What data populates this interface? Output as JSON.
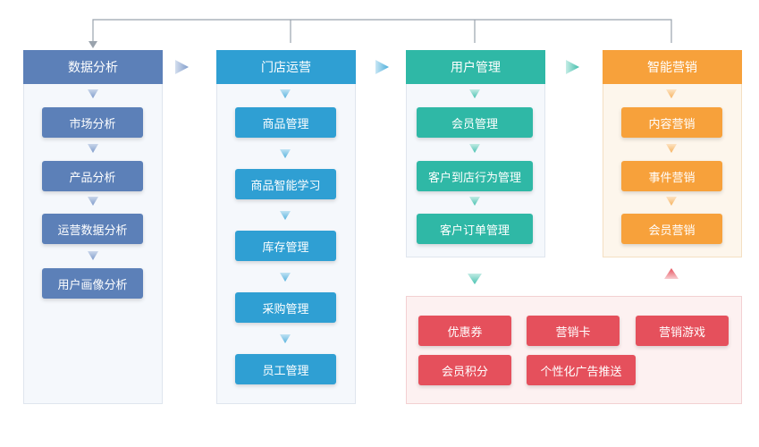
{
  "colors": {
    "blue": "#5c80b8",
    "cyan": "#2f9fd3",
    "teal": "#2fb8a6",
    "orange": "#f7a13b",
    "red": "#e5505c"
  },
  "columns": [
    {
      "title": "数据分析",
      "items": [
        "市场分析",
        "产品分析",
        "运营数据分析",
        "用户画像分析"
      ]
    },
    {
      "title": "门店运营",
      "items": [
        "商品管理",
        "商品智能学习",
        "库存管理",
        "采购管理",
        "员工管理"
      ]
    },
    {
      "title": "用户管理",
      "items": [
        "会员管理",
        "客户到店行为管理",
        "客户订单管理"
      ]
    },
    {
      "title": "智能营销",
      "items": [
        "内容营销",
        "事件营销",
        "会员营销"
      ]
    }
  ],
  "tools": {
    "items": [
      "优惠券",
      "营销卡",
      "营销游戏",
      "会员积分",
      "个性化广告推送"
    ]
  }
}
